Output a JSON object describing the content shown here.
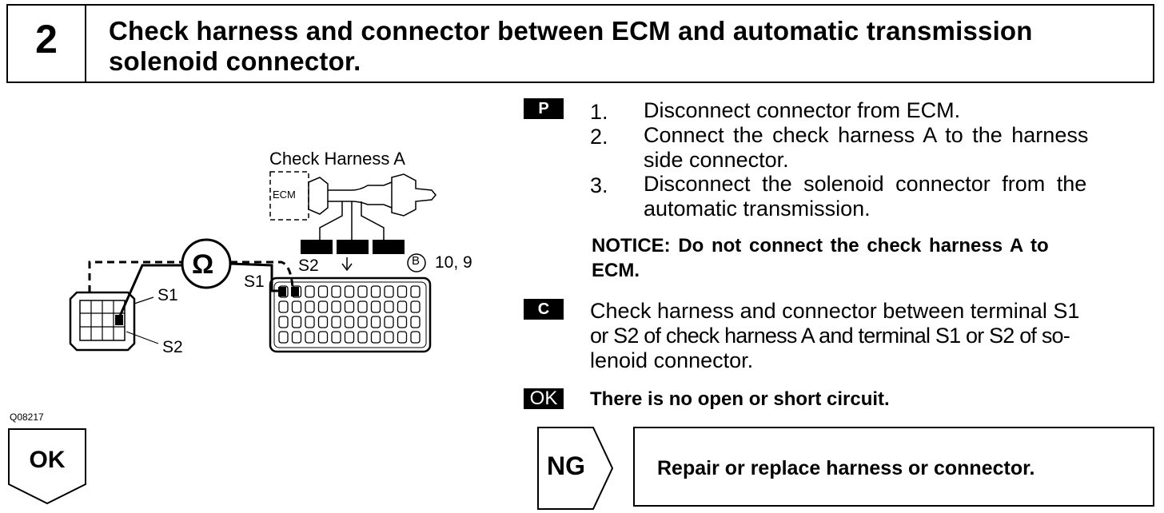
{
  "header": {
    "step_number": "2",
    "title_line1": "Check harness and connector between ECM and automatic transmission",
    "title_line2": "solenoid connector."
  },
  "diagram": {
    "label_check_harness": "Check Harness A",
    "label_ecm": "ECM",
    "label_ohm": "Ω",
    "label_s1_left": "S1",
    "label_s2_left": "S2",
    "label_s1_right": "S1",
    "label_s2_right": "S2",
    "label_connector_circle": "B",
    "label_pins": "10, 9",
    "code": "Q08217"
  },
  "procedure": {
    "badge": "P",
    "steps": [
      {
        "num": "1.",
        "line1": "Disconnect connector from ECM.",
        "line2": ""
      },
      {
        "num": "2.",
        "line1": "Connect the check harness A to the harness",
        "line2": "side connector."
      },
      {
        "num": "3.",
        "line1": "Disconnect the solenoid connector from the",
        "line2": "automatic transmission."
      }
    ],
    "notice_line1": "NOTICE:  Do not connect the check harness A to",
    "notice_line2": "ECM."
  },
  "check": {
    "badge": "C",
    "line1": "Check harness and connector between terminal S1",
    "line2": "or S2 of check harness A and terminal S1 or S2 of so-",
    "line3": "lenoid connector."
  },
  "ok_result": {
    "badge": "OK",
    "text": "There is no open or short circuit."
  },
  "ok_button": {
    "label": "OK"
  },
  "ng": {
    "label": "NG",
    "action": "Repair or replace harness or connector."
  }
}
